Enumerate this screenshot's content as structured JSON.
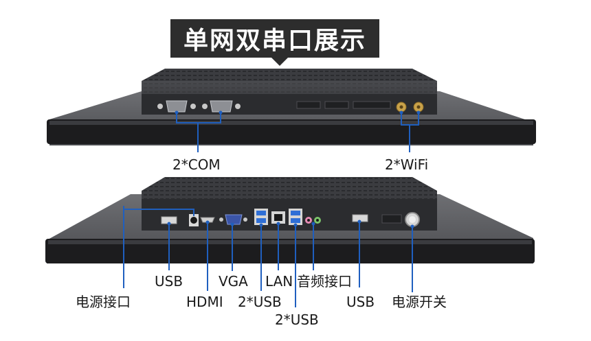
{
  "banner": {
    "title": "单网双串口展示"
  },
  "top_view": {
    "labels": {
      "com": "2*COM",
      "wifi": "2*WiFi"
    }
  },
  "bottom_view": {
    "labels": {
      "usb_left": "USB",
      "power_port": "电源接口",
      "hdmi": "HDMI",
      "vga": "VGA",
      "usb_pair_1": "2*USB",
      "lan": "LAN",
      "usb_pair_2": "2*USB",
      "audio": "音频接口",
      "usb_right": "USB",
      "power_switch": "电源开关"
    }
  },
  "colors": {
    "banner_bg": "#2d2d2d",
    "callout_line": "#1f5fbf",
    "device_body": "#3a3a3c",
    "usb_blue": "#2f6fd6"
  }
}
